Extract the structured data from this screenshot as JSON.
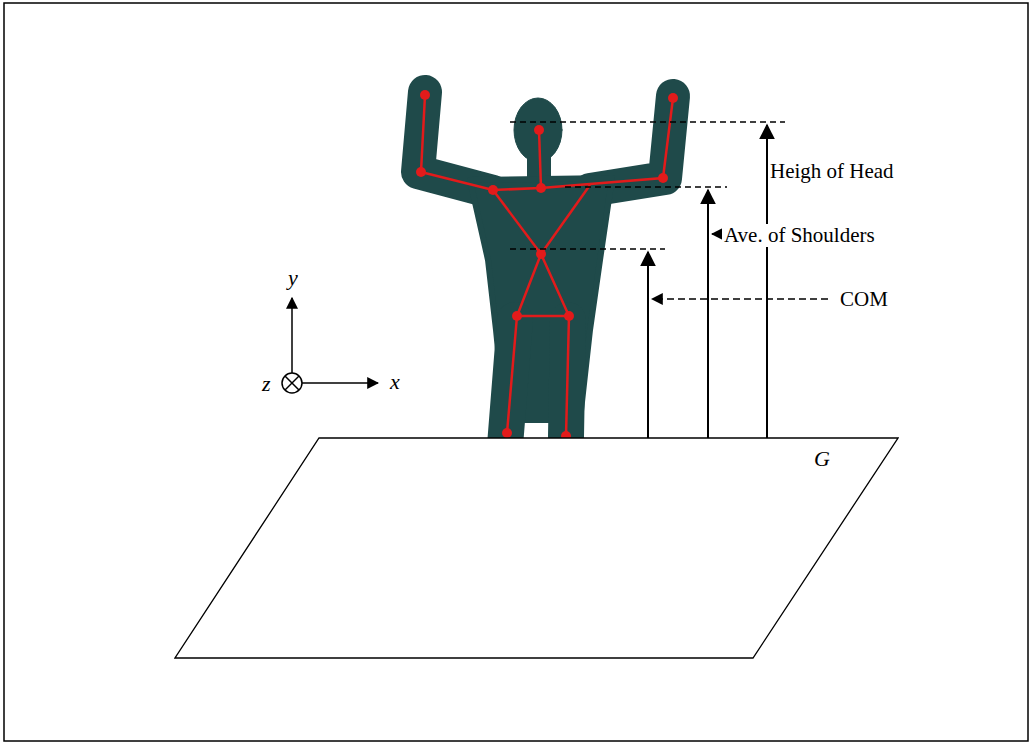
{
  "diagram": {
    "nodes": [
      {
        "text": [
          "G"
        ]
      }
    ],
    "labels": [
      "Heigh of Head",
      "Ave. of Shoulders",
      "COM",
      "y",
      "z",
      "x"
    ]
  }
}
